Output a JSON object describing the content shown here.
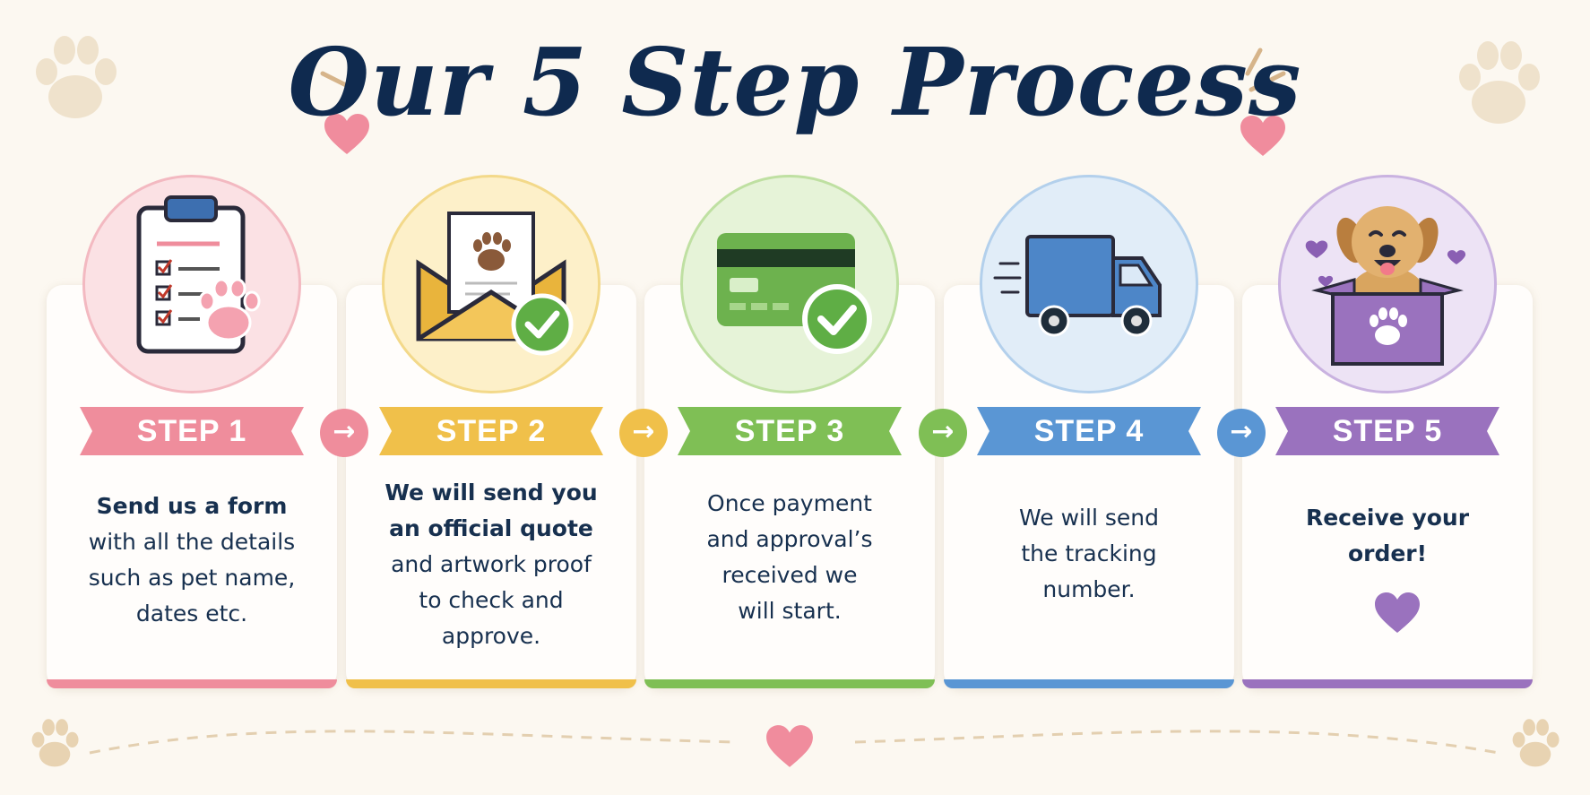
{
  "title": "Our 5 Step Process",
  "steps": [
    {
      "label": "STEP 1",
      "bold_lines": [
        "Send us a form"
      ],
      "normal_lines": [
        "with all the details",
        "such as pet name,",
        "dates etc."
      ],
      "color": "#ef8d9c",
      "tint": "#fbe1e4",
      "icon": "clipboard-paw-icon"
    },
    {
      "label": "STEP 2",
      "bold_lines": [
        "We will send you",
        "an official quote"
      ],
      "normal_lines": [
        "and artwork proof",
        "to check and",
        "approve."
      ],
      "color": "#f0c04a",
      "tint": "#fdf0c9",
      "icon": "envelope-check-icon"
    },
    {
      "label": "STEP 3",
      "bold_lines": [],
      "normal_lines": [
        "Once payment",
        "and approval’s",
        "received we",
        "will start."
      ],
      "color": "#7fbf55",
      "tint": "#e6f3d8",
      "icon": "credit-card-check-icon"
    },
    {
      "label": "STEP 4",
      "bold_lines": [],
      "normal_lines": [
        "We will send",
        "the tracking",
        "number."
      ],
      "color": "#5a96d4",
      "tint": "#e1edf8",
      "icon": "delivery-truck-icon"
    },
    {
      "label": "STEP 5",
      "bold_lines": [
        "Receive your",
        "order!"
      ],
      "normal_lines": [],
      "color": "#9a72be",
      "tint": "#ede3f5",
      "icon": "puppy-in-box-icon"
    }
  ]
}
